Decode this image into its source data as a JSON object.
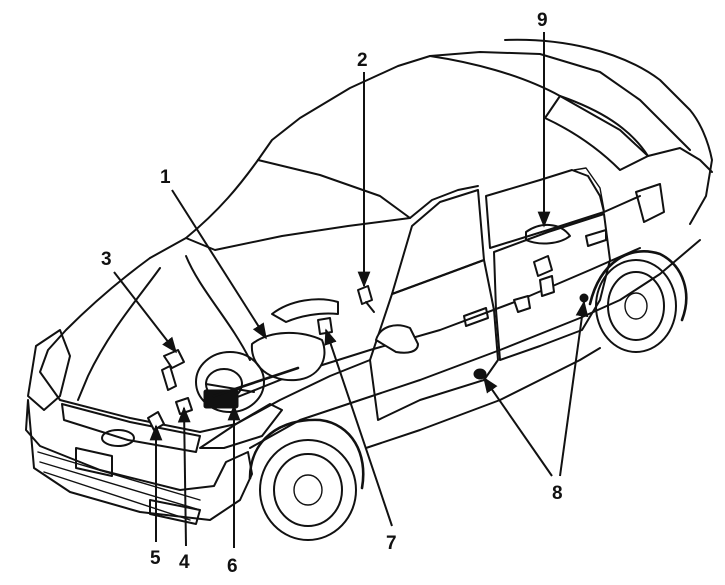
{
  "callouts": [
    {
      "id": "1",
      "label": "1"
    },
    {
      "id": "2",
      "label": "2"
    },
    {
      "id": "3",
      "label": "3"
    },
    {
      "id": "4",
      "label": "4"
    },
    {
      "id": "5",
      "label": "5"
    },
    {
      "id": "6",
      "label": "6"
    },
    {
      "id": "7",
      "label": "7"
    },
    {
      "id": "8",
      "label": "8"
    },
    {
      "id": "9",
      "label": "9"
    }
  ],
  "colors": {
    "ink": "#111111",
    "background": "#ffffff"
  }
}
